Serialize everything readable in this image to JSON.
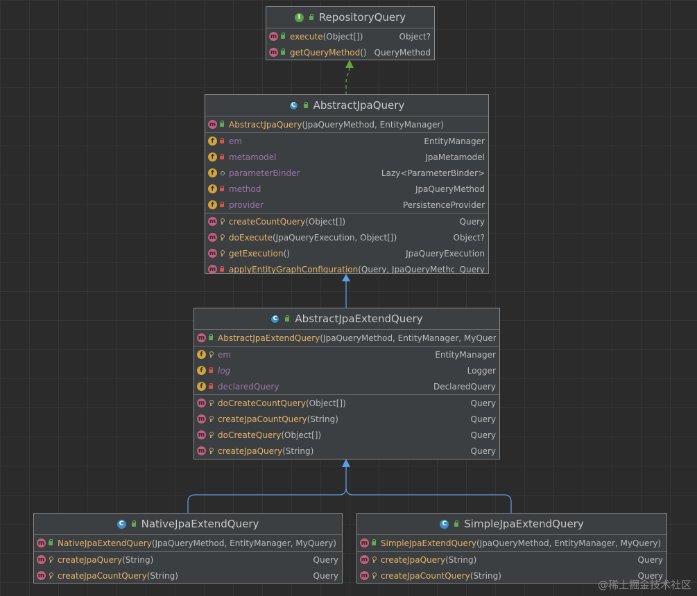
{
  "colors": {
    "background": "#2b2b2b",
    "node_fill": "#3c3f41",
    "method_name": "#e6b36a",
    "field_name": "#9876aa",
    "extends_arrow": "#5d9ce6",
    "implements_arrow": "#6a9f4a"
  },
  "watermark": "@稀土掘金技术社区",
  "nodes": [
    {
      "id": "repository-query",
      "kind": "interface",
      "kind_icon": "I",
      "title": "RepositoryQuery",
      "sections": [
        {
          "kind": "methods",
          "rows": [
            {
              "icon": "m",
              "visibility": "public",
              "name": "execute",
              "params": "(Object[])",
              "type": "Object?"
            },
            {
              "icon": "m",
              "visibility": "public",
              "name": "getQueryMethod",
              "params": "()",
              "type": "QueryMethod"
            }
          ]
        }
      ]
    },
    {
      "id": "abstract-jpa-query",
      "kind": "abstract-class",
      "kind_icon": "C",
      "title": "AbstractJpaQuery",
      "sections": [
        {
          "kind": "constructors",
          "rows": [
            {
              "icon": "m",
              "visibility": "public",
              "name": "AbstractJpaQuery",
              "params": "(JpaQueryMethod, EntityManager)",
              "type": ""
            }
          ]
        },
        {
          "kind": "fields",
          "rows": [
            {
              "icon": "f",
              "visibility": "private",
              "name": "em",
              "params": "",
              "type": "EntityManager"
            },
            {
              "icon": "f",
              "visibility": "private",
              "name": "metamodel",
              "params": "",
              "type": "JpaMetamodel"
            },
            {
              "icon": "f",
              "visibility": "package",
              "name": "parameterBinder",
              "params": "",
              "type": "Lazy<ParameterBinder>"
            },
            {
              "icon": "f",
              "visibility": "private",
              "name": "method",
              "params": "",
              "type": "JpaQueryMethod"
            },
            {
              "icon": "f",
              "visibility": "private",
              "name": "provider",
              "params": "",
              "type": "PersistenceProvider"
            }
          ]
        },
        {
          "kind": "methods",
          "rows": [
            {
              "icon": "m",
              "visibility": "protected",
              "name": "createCountQuery",
              "params": "(Object[])",
              "type": "Query"
            },
            {
              "icon": "m",
              "visibility": "protected",
              "name": "doExecute",
              "params": "(JpaQueryExecution, Object[])",
              "type": "Object?"
            },
            {
              "icon": "m",
              "visibility": "protected",
              "name": "getExecution",
              "params": "()",
              "type": "JpaQueryExecution"
            },
            {
              "icon": "m",
              "visibility": "private",
              "name": "applyEntityGraphConfiguration",
              "params": "(Query, JpaQueryMethod)",
              "type": "Query"
            }
          ]
        }
      ]
    },
    {
      "id": "abstract-jpa-extend-query",
      "kind": "abstract-class",
      "kind_icon": "C",
      "title": "AbstractJpaExtendQuery",
      "sections": [
        {
          "kind": "constructors",
          "rows": [
            {
              "icon": "m",
              "visibility": "public",
              "name": "AbstractJpaExtendQuery",
              "params": "(JpaQueryMethod, EntityManager, MyQuery)",
              "type": ""
            }
          ]
        },
        {
          "kind": "fields",
          "rows": [
            {
              "icon": "f",
              "visibility": "protected",
              "name": "em",
              "params": "",
              "type": "EntityManager"
            },
            {
              "icon": "f",
              "visibility": "private",
              "name": "log",
              "params": "",
              "type": "Logger",
              "static": true
            },
            {
              "icon": "f",
              "visibility": "private",
              "name": "declaredQuery",
              "params": "",
              "type": "DeclaredQuery"
            }
          ]
        },
        {
          "kind": "methods",
          "rows": [
            {
              "icon": "m",
              "visibility": "protected",
              "name": "doCreateCountQuery",
              "params": "(Object[])",
              "type": "Query"
            },
            {
              "icon": "m",
              "visibility": "protected",
              "name": "createJpaCountQuery",
              "params": "(String)",
              "type": "Query"
            },
            {
              "icon": "m",
              "visibility": "protected",
              "name": "doCreateQuery",
              "params": "(Object[])",
              "type": "Query"
            },
            {
              "icon": "m",
              "visibility": "protected",
              "name": "createJpaQuery",
              "params": "(String)",
              "type": "Query"
            }
          ]
        }
      ]
    },
    {
      "id": "native-jpa-extend-query",
      "kind": "class",
      "kind_icon": "C",
      "title": "NativeJpaExtendQuery",
      "sections": [
        {
          "kind": "constructors",
          "rows": [
            {
              "icon": "m",
              "visibility": "public",
              "name": "NativeJpaExtendQuery",
              "params": "(JpaQueryMethod, EntityManager, MyQuery)",
              "type": ""
            }
          ]
        },
        {
          "kind": "methods",
          "rows": [
            {
              "icon": "m",
              "visibility": "protected",
              "name": "createJpaQuery",
              "params": "(String)",
              "type": "Query"
            },
            {
              "icon": "m",
              "visibility": "protected",
              "name": "createJpaCountQuery",
              "params": "(String)",
              "type": "Query"
            }
          ]
        }
      ]
    },
    {
      "id": "simple-jpa-extend-query",
      "kind": "class",
      "kind_icon": "C",
      "title": "SimpleJpaExtendQuery",
      "sections": [
        {
          "kind": "constructors",
          "rows": [
            {
              "icon": "m",
              "visibility": "public",
              "name": "SimpleJpaExtendQuery",
              "params": "(JpaQueryMethod, EntityManager, MyQuery)",
              "type": ""
            }
          ]
        },
        {
          "kind": "methods",
          "rows": [
            {
              "icon": "m",
              "visibility": "protected",
              "name": "createJpaQuery",
              "params": "(String)",
              "type": "Query"
            },
            {
              "icon": "m",
              "visibility": "protected",
              "name": "createJpaCountQuery",
              "params": "(String)",
              "type": "Query"
            }
          ]
        }
      ]
    }
  ],
  "edges": [
    {
      "from": "abstract-jpa-query",
      "to": "repository-query",
      "relation": "implements"
    },
    {
      "from": "abstract-jpa-extend-query",
      "to": "abstract-jpa-query",
      "relation": "extends"
    },
    {
      "from": "native-jpa-extend-query",
      "to": "abstract-jpa-extend-query",
      "relation": "extends"
    },
    {
      "from": "simple-jpa-extend-query",
      "to": "abstract-jpa-extend-query",
      "relation": "extends"
    }
  ]
}
